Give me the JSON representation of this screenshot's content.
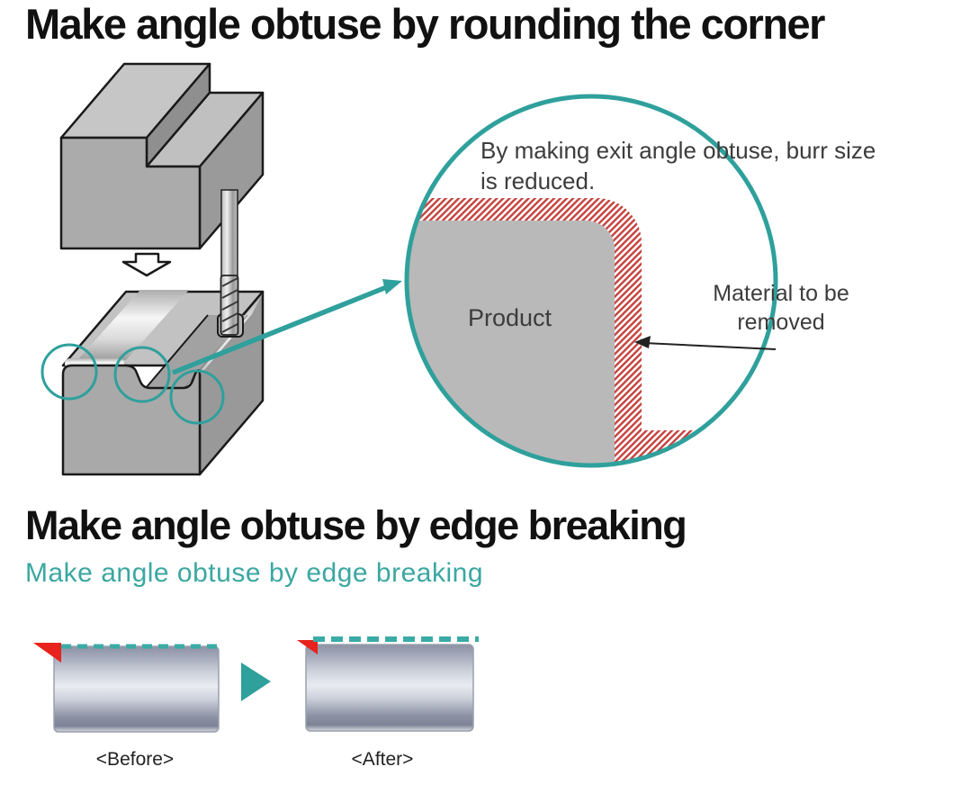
{
  "section_rounding": {
    "title": "Make angle obtuse by rounding the corner",
    "detail_caption": "By making exit angle obtuse, burr size is reduced.",
    "product_label": "Product",
    "material_label": "Material to be removed"
  },
  "section_edge_breaking": {
    "title": "Make angle obtuse by edge breaking",
    "subtitle": "Make angle obtuse by edge breaking",
    "before_label": "<Before>",
    "after_label": "<After>"
  },
  "colors": {
    "teal_accent": "#2FA09C",
    "teal_dash": "#3BABA6",
    "hatch_red": "#C4423E",
    "burr_red": "#E8221C",
    "heading_text": "#111111",
    "body_text": "#3C3C3C",
    "product_gray": "#B9B9B9",
    "block_gray": "#ABABAB"
  }
}
